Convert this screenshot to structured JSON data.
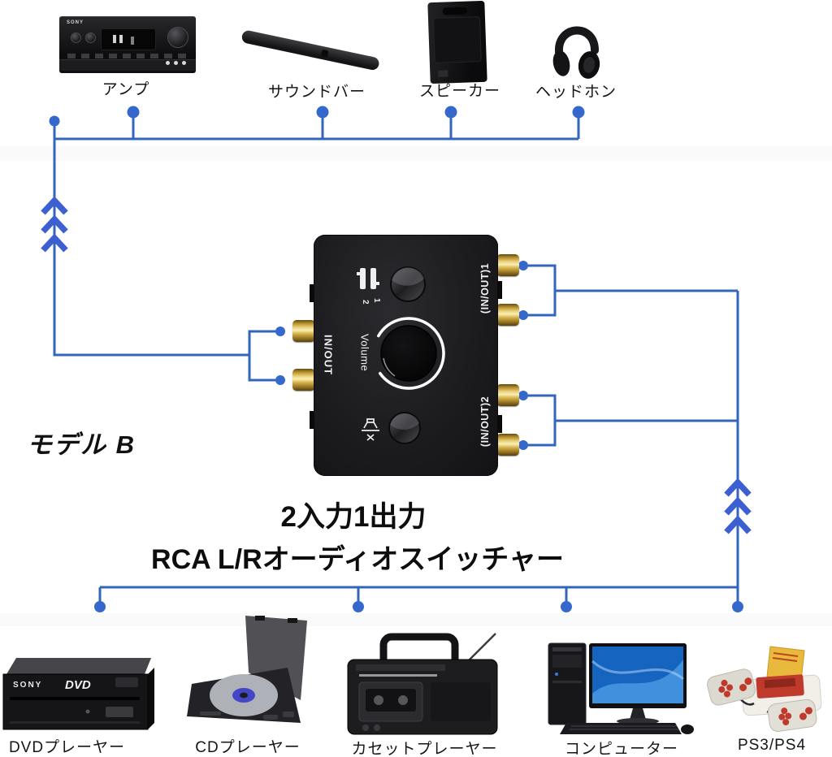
{
  "model_label": "モデル B",
  "title": {
    "line1": "2入力1出力",
    "line2": "RCA L/Rオーディオスイッチャー"
  },
  "colors": {
    "line": "#3166bb",
    "dot": "#3568cd",
    "arrow": "#3c60d1",
    "device_body": "#1b1b1e",
    "jack_gold": "#e7c765"
  },
  "switcher": {
    "left_port_label": "IN/OUT",
    "right_port_top_label": "(IN/OUT)1",
    "right_port_bottom_label": "(IN/OUT)2",
    "volume_label": "Volume",
    "selector_option_1": "1",
    "selector_option_2": "2"
  },
  "outputs": [
    {
      "label": "アンプ",
      "brand": "SONY"
    },
    {
      "label": "サウンドバー"
    },
    {
      "label": "スピーカー"
    },
    {
      "label": "ヘッドホン"
    }
  ],
  "inputs": [
    {
      "label": "DVDプレーヤー",
      "brand": "SONY",
      "logo": "DVD"
    },
    {
      "label": "CDプレーヤー"
    },
    {
      "label": "カセットプレーヤー"
    },
    {
      "label": "コンピューター"
    },
    {
      "label": "PS3/PS4"
    }
  ]
}
